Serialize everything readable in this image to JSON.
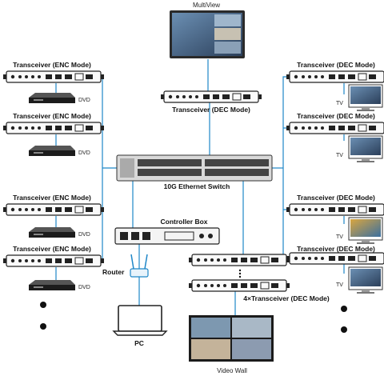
{
  "labels": {
    "multiview": "MultiView",
    "transceiver_enc": "Transceiver (ENC Mode)",
    "transceiver_dec": "Transceiver (DEC Mode)",
    "switch": "10G Ethernet Switch",
    "controller_box": "Controller Box",
    "router": "Router",
    "pc": "PC",
    "dec_group": "4×Transceiver (DEC Mode)",
    "video_wall": "Video Wall",
    "dvd": "DVD",
    "tv": "TV"
  },
  "colors": {
    "line": "#1f87c8",
    "device_outline": "#222222"
  },
  "left_sources": [
    "enc1",
    "enc2",
    "enc3",
    "enc4"
  ],
  "right_outputs": [
    "dec1",
    "dec2",
    "dec3",
    "dec4"
  ],
  "continuation": "more-devices-dots"
}
